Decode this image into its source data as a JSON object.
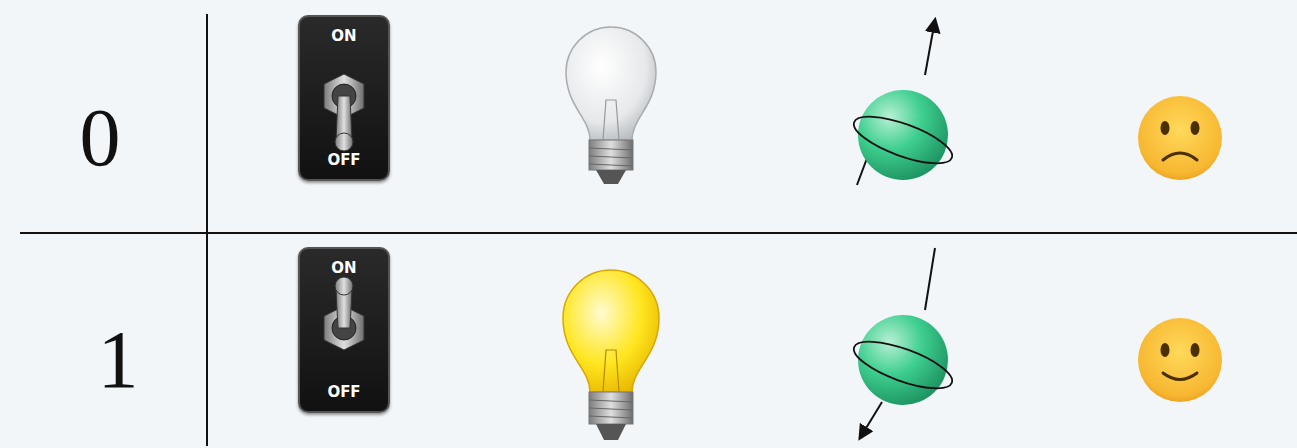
{
  "diagram": {
    "nodes": [
      {
        "text": [
          "ON",
          "OFF"
        ]
      },
      {
        "text": [
          "ON",
          "OFF"
        ]
      }
    ],
    "labels": [
      "0",
      "1"
    ]
  }
}
